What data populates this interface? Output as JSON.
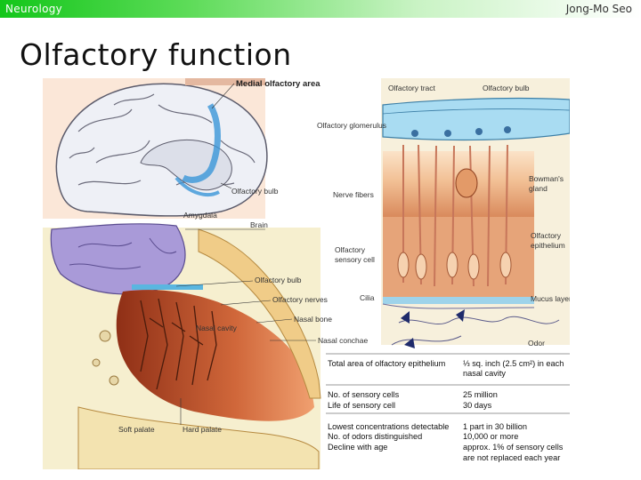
{
  "header": {
    "section": "Neurology",
    "author": "Jong-Mo Seo"
  },
  "slide": {
    "title": "Olfactory function"
  },
  "figure": {
    "brain_labels": {
      "medial_area": "Medial olfactory area",
      "olfactory_bulb": "Olfactory bulb",
      "amygdala": "Amygdala",
      "brain": "Brain"
    },
    "nose_labels": {
      "olfactory_bulb": "Olfactory bulb",
      "olfactory_nerves": "Olfactory nerves",
      "nasal_bone": "Nasal bone",
      "nasal_cavity": "Nasal cavity",
      "nasal_conchae": "Nasal conchae",
      "soft_palate": "Soft palate",
      "hard_palate": "Hard palate"
    },
    "epithelium_labels": {
      "tract": "Olfactory tract",
      "bulb": "Olfactory bulb",
      "glomerulus": "Olfactory glomerulus",
      "bowmans": "Bowman's",
      "gland": "gland",
      "nerve_fibers": "Nerve fibers",
      "epithelium_1": "Olfactory",
      "epithelium_2": "epithelium",
      "sensory_1": "Olfactory",
      "sensory_2": "sensory cell",
      "cilia": "Cilia",
      "mucus": "Mucus layer",
      "odor": "Odor"
    },
    "facts": [
      {
        "label": [
          "Total area of olfactory epithelium"
        ],
        "value": [
          "⅓ sq. inch (2.5 cm²) in each",
          "nasal cavity"
        ]
      },
      {
        "label": [
          "No. of sensory cells",
          "Life of sensory cell"
        ],
        "value": [
          "25 million",
          "30 days"
        ]
      },
      {
        "label": [
          "Lowest concentrations detectable",
          "No. of odors distinguished",
          "Decline with age"
        ],
        "value": [
          "1 part in 30 billion",
          "10,000 or more",
          "approx. 1% of sensory cells",
          "are not replaced each year"
        ]
      }
    ]
  },
  "colors": {
    "header_green": "#13c61a",
    "olfactory_blue": "#7cc6e6",
    "tissue_red": "#c85a2e",
    "brain_purple": "#a99ad8"
  }
}
